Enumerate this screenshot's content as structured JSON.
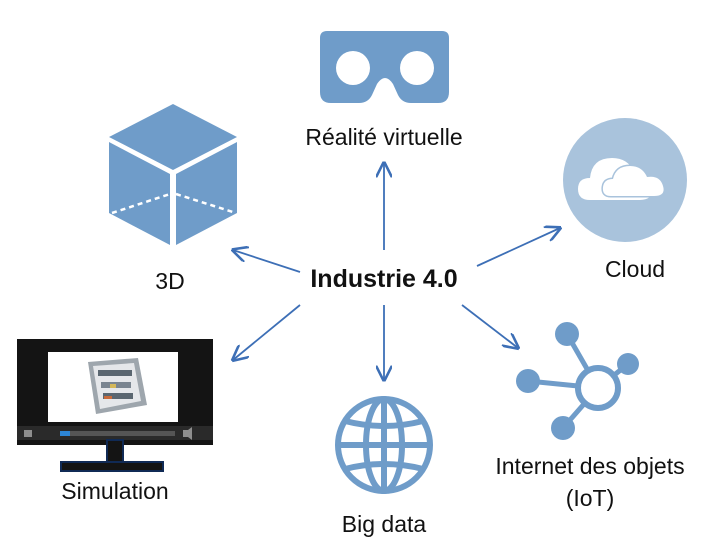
{
  "center": {
    "label": "Industrie 4.0"
  },
  "nodes": {
    "vr": {
      "label": "Réalité virtuelle",
      "icon": "vr-headset-icon"
    },
    "cube": {
      "label": "3D",
      "icon": "cube-icon"
    },
    "cloud": {
      "label": "Cloud",
      "icon": "cloud-icon"
    },
    "simulation": {
      "label": "Simulation",
      "icon": "monitor-simulation-icon"
    },
    "bigdata": {
      "label": "Big data",
      "icon": "globe-icon"
    },
    "iot": {
      "label_line1": "Internet des objets",
      "label_line2": "(IoT)",
      "icon": "network-nodes-icon"
    }
  },
  "colors": {
    "icon_blue": "#6f9cc9",
    "icon_light": "#a9c3dc",
    "arrow": "#3d6fb6",
    "text": "#111111",
    "monitor": "#141414",
    "monitor_base": "#102a55"
  }
}
